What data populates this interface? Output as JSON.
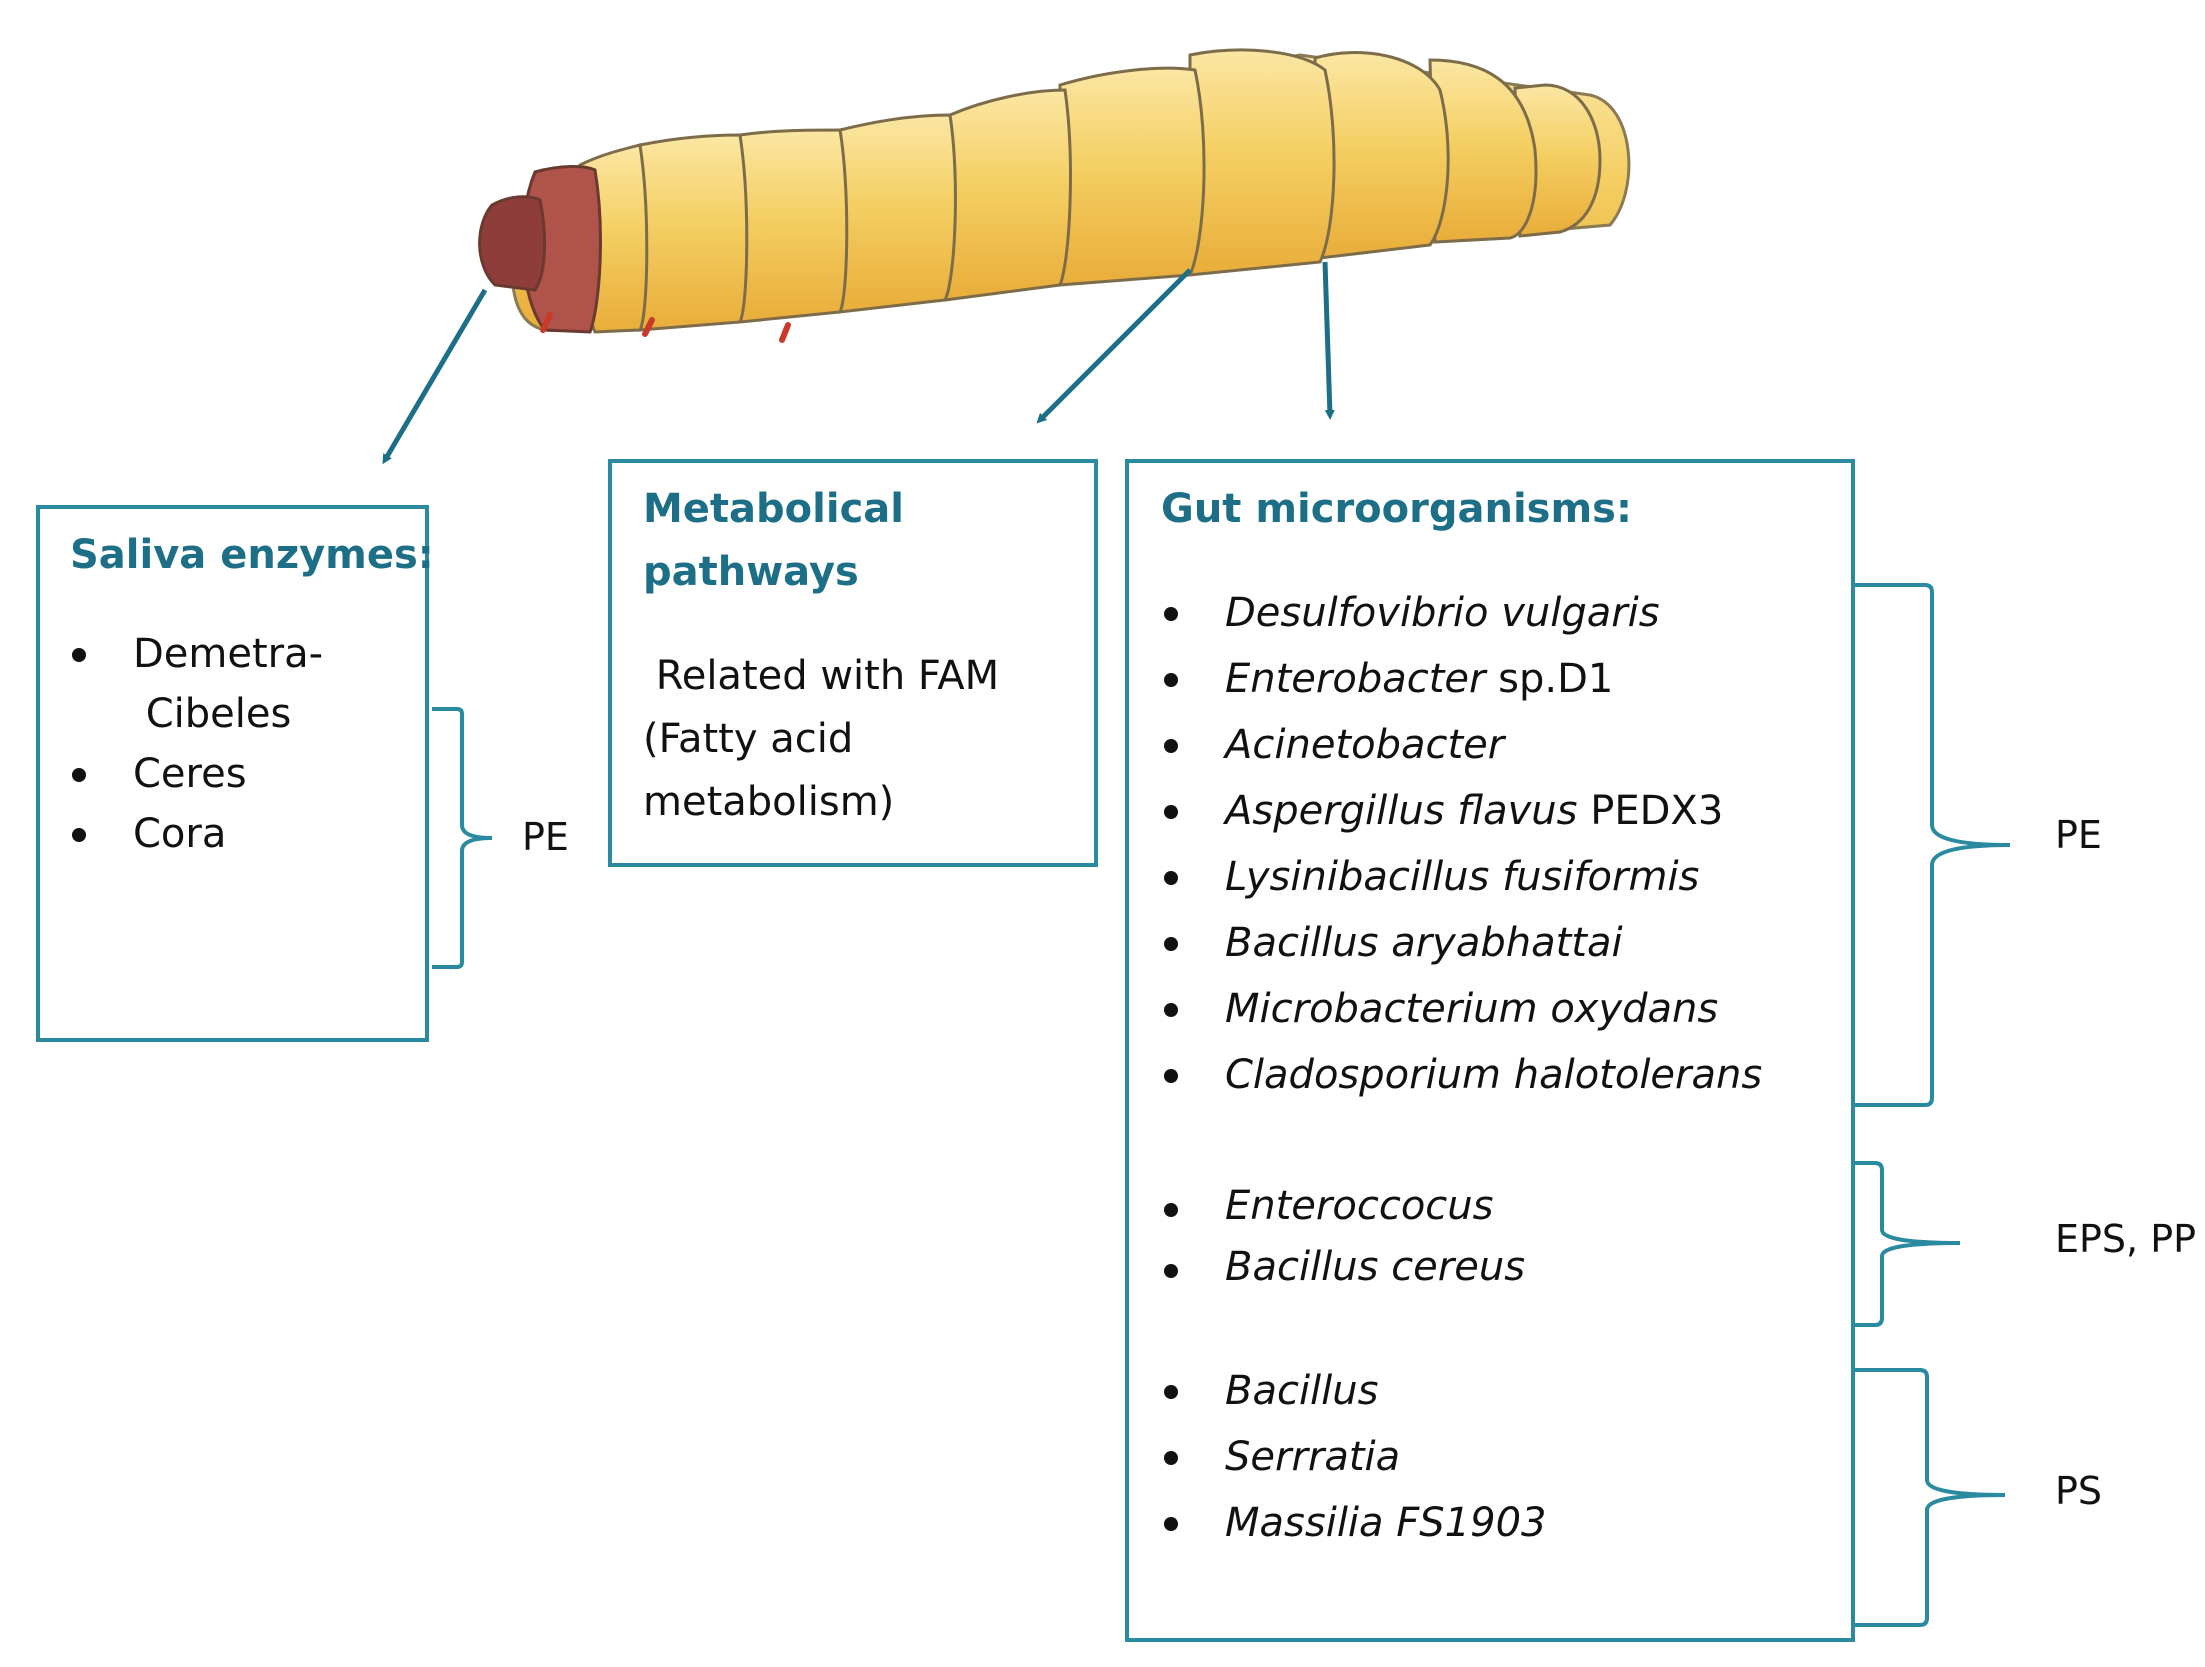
{
  "saliva": {
    "title": "Saliva enzymes:",
    "items": [
      "Demetra- Cibeles",
      "Ceres",
      "Cora"
    ],
    "tag": "PE"
  },
  "metabolic": {
    "title_line1": "Metabolical",
    "title_line2": "pathways",
    "text_line1": " Related with FAM",
    "text_line2": "(Fatty acid",
    "text_line3": "metabolism)"
  },
  "gut": {
    "title": "Gut microorganisms:",
    "group_pe": [
      {
        "species": "Desulfovibrio vulgaris",
        "suffix": ""
      },
      {
        "species": "Enterobacter",
        "suffix": " sp.D1"
      },
      {
        "species": "Acinetobacter",
        "suffix": ""
      },
      {
        "species": "Aspergillus flavus",
        "suffix": " PEDX3"
      },
      {
        "species": "Lysinibacillus fusiformis",
        "suffix": ""
      },
      {
        "species": "Bacillus aryabhattai",
        "suffix": ""
      },
      {
        "species": "Microbacterium oxydans",
        "suffix": ""
      },
      {
        "species": "Cladosporium halotolerans",
        "suffix": ""
      }
    ],
    "group_eps": [
      {
        "species": "Enteroccocus",
        "suffix": ""
      },
      {
        "species": "Bacillus cereus",
        "suffix": ""
      }
    ],
    "group_ps": [
      {
        "species": "Bacillus",
        "suffix": ""
      },
      {
        "species": "Serrratia",
        "suffix": ""
      },
      {
        "species": "Massilia FS1903",
        "suffix": ""
      }
    ],
    "tag_pe": "PE",
    "tag_eps": "EPS, PP",
    "tag_ps": "PS"
  },
  "colors": {
    "accent": "#2a8aa0",
    "title": "#1d6f87",
    "larva_body": "#f2c24e",
    "larva_head": "#a5473f"
  }
}
